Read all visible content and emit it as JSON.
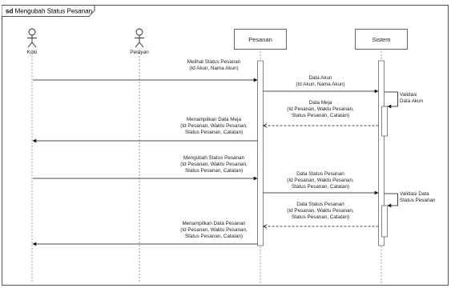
{
  "frame": {
    "keyword": "sd",
    "title": "Mengubah Status Pesanan"
  },
  "participants": {
    "koki": "Koki",
    "pelayan": "Pelayan",
    "pesanan": "Pesanan",
    "sistem": "Sistem"
  },
  "messages": [
    {
      "id": "m1",
      "from": "Koki",
      "to": "Pesanan",
      "kind": "call",
      "lines": [
        "Melihat Status Pesanan",
        "(Id Akun, Nama Akun)"
      ]
    },
    {
      "id": "m2",
      "from": "Pesanan",
      "to": "Sistem",
      "kind": "call",
      "lines": [
        "Data Akun",
        "(Id Akun, Nama Akun)"
      ]
    },
    {
      "id": "m3",
      "from": "Sistem",
      "to": "Sistem",
      "kind": "self",
      "lines": [
        "Validasi",
        "Data Akun"
      ]
    },
    {
      "id": "m4",
      "from": "Sistem",
      "to": "Pesanan",
      "kind": "return",
      "lines": [
        "Data Meja",
        "(Id Pesanan, Waktu Pesanan,",
        "Status Pesanan, Catatan)"
      ]
    },
    {
      "id": "m5",
      "from": "Pesanan",
      "to": "Koki",
      "kind": "call",
      "lines": [
        "Menampilkan Data Meja",
        "(Id Pesanan, Waktu Pesanan,",
        "Status Pesanan, Catatan)"
      ]
    },
    {
      "id": "m6",
      "from": "Koki",
      "to": "Pesanan",
      "kind": "call",
      "lines": [
        "Mengubah Status Pesanan",
        "(Id Pesanan, Waktu Pesanan,",
        "Status Pesanan, Catatan)"
      ]
    },
    {
      "id": "m7",
      "from": "Pesanan",
      "to": "Sistem",
      "kind": "call",
      "lines": [
        "Data Status Pesanan",
        "(Id Pesanan, Waktu Pesanan,",
        "Status Pesanan, Catatan)"
      ]
    },
    {
      "id": "m8",
      "from": "Sistem",
      "to": "Sistem",
      "kind": "self",
      "lines": [
        "Validasi Data",
        "Status Pesanan"
      ]
    },
    {
      "id": "m9",
      "from": "Sistem",
      "to": "Pesanan",
      "kind": "return",
      "lines": [
        "Data Status Pesanan",
        "(Id Pesanan, Waktu Pesanan,",
        "Status Pesanan, Catatan)"
      ]
    },
    {
      "id": "m10",
      "from": "Pesanan",
      "to": "Koki",
      "kind": "call",
      "lines": [
        "Menampilkan Data Pesanan",
        "(Id Pesanan, Waktu Pesanan,",
        "Status Pesanan, Catatan)"
      ]
    }
  ]
}
